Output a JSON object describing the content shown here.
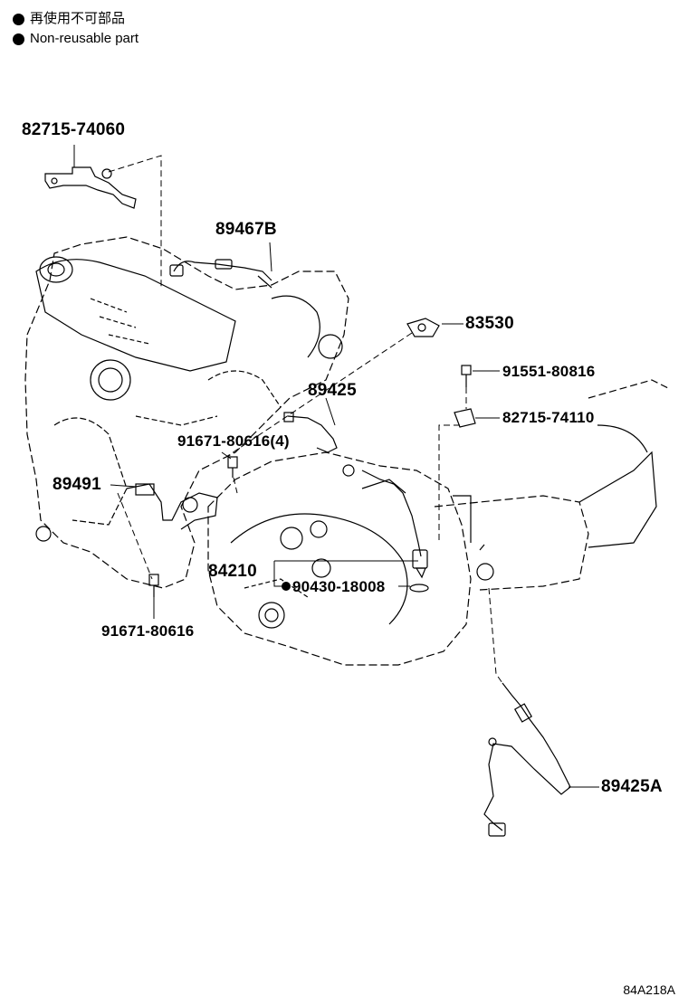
{
  "legend": {
    "jp": "再使用不可部品",
    "en": "Non-reusable part"
  },
  "parts": {
    "p82715_74060": "82715-74060",
    "p89467B": "89467B",
    "p83530": "83530",
    "p91551_80816": "91551-80816",
    "p89425": "89425",
    "p82715_74110": "82715-74110",
    "p91671_80616_4": "91671-80616(4)",
    "p89491": "89491",
    "p84210": "84210",
    "p90430_18008": "90430-18008",
    "p91671_80616": "91671-80616",
    "p89425A": "89425A"
  },
  "diagram_code": "84A218A",
  "colors": {
    "ink": "#000000",
    "background": "#ffffff"
  }
}
